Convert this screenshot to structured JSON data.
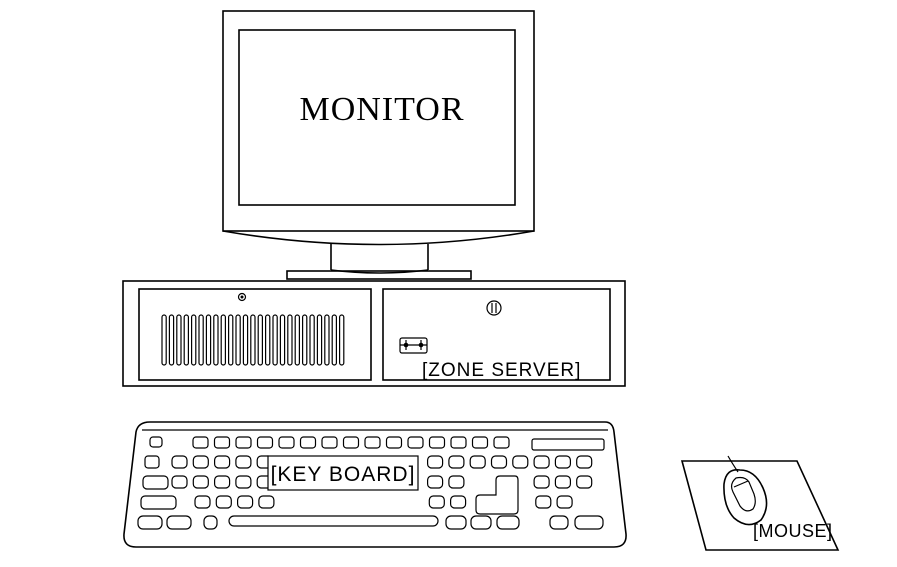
{
  "labels": {
    "monitor": "MONITOR",
    "server": "[ZONE SERVER]",
    "keyboard": "[KEY BOARD]",
    "mouse": "[MOUSE]"
  },
  "colors": {
    "line": "#000000",
    "background": "#ffffff"
  }
}
